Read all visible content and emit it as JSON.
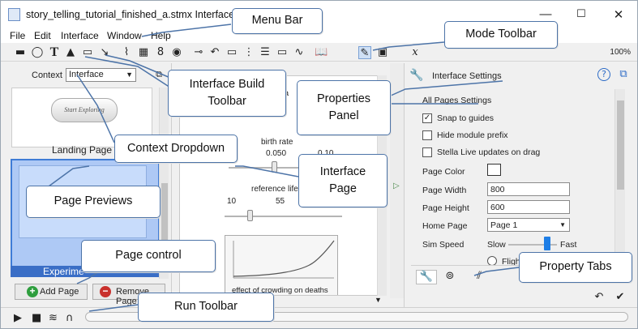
{
  "window": {
    "title": "story_telling_tutorial_finished_a.stmx Interface - S",
    "min": "—",
    "max": "☐",
    "close": "✕"
  },
  "menu": [
    "File",
    "Edit",
    "Interface",
    "Window",
    "Help"
  ],
  "toolbar": {
    "zoom": "100%"
  },
  "left_panel": {
    "context_label": "Context",
    "context_value": "Interface",
    "pages": [
      {
        "label": "Landing Page",
        "button_text": "Start Exploring"
      },
      {
        "label": "Experime"
      }
    ],
    "add_page": "Add Page",
    "remove_page": "Remove Page"
  },
  "center": {
    "labels": {
      "spa": "spa",
      "birth_rate": "birth rate",
      "birth_min": "0.050",
      "birth_max": "0.10",
      "ref_life": "reference lifeti",
      "ref_min": "10",
      "ref_max": "55",
      "graph_title": "effect of crowding on deaths"
    }
  },
  "right_panel": {
    "title": "Interface Settings",
    "section": "All Pages Settings",
    "checkboxes": [
      {
        "label": "Snap to guides",
        "checked": true
      },
      {
        "label": "Hide module prefix",
        "checked": false
      },
      {
        "label": "Stella Live updates on drag",
        "checked": false
      }
    ],
    "page_color_label": "Page Color",
    "page_width_label": "Page Width",
    "page_width": "800",
    "page_height_label": "Page Height",
    "page_height": "600",
    "home_page_label": "Home Page",
    "home_page": "Page 1",
    "sim_speed_label": "Sim Speed",
    "sim_slow": "Slow",
    "sim_fast": "Fast",
    "sim_speed_level": 0.6,
    "flight": "Flight"
  },
  "callouts": {
    "menu_bar": "Menu Bar",
    "mode_toolbar": "Mode Toolbar",
    "interface_build_toolbar": "Interface Build Toolbar",
    "properties_panel": "Properties Panel",
    "context_dropdown": "Context Dropdown",
    "interface_page": "Interface Page",
    "page_previews": "Page Previews",
    "page_control": "Page control",
    "property_tabs": "Property Tabs",
    "run_toolbar": "Run Toolbar"
  },
  "colors": {
    "callout_border": "#4d74a8",
    "page_selected": "#3a6ec6",
    "add_green": "#2e9e3e",
    "remove_red": "#c9302c",
    "speed_blue": "#1e7ee6"
  }
}
